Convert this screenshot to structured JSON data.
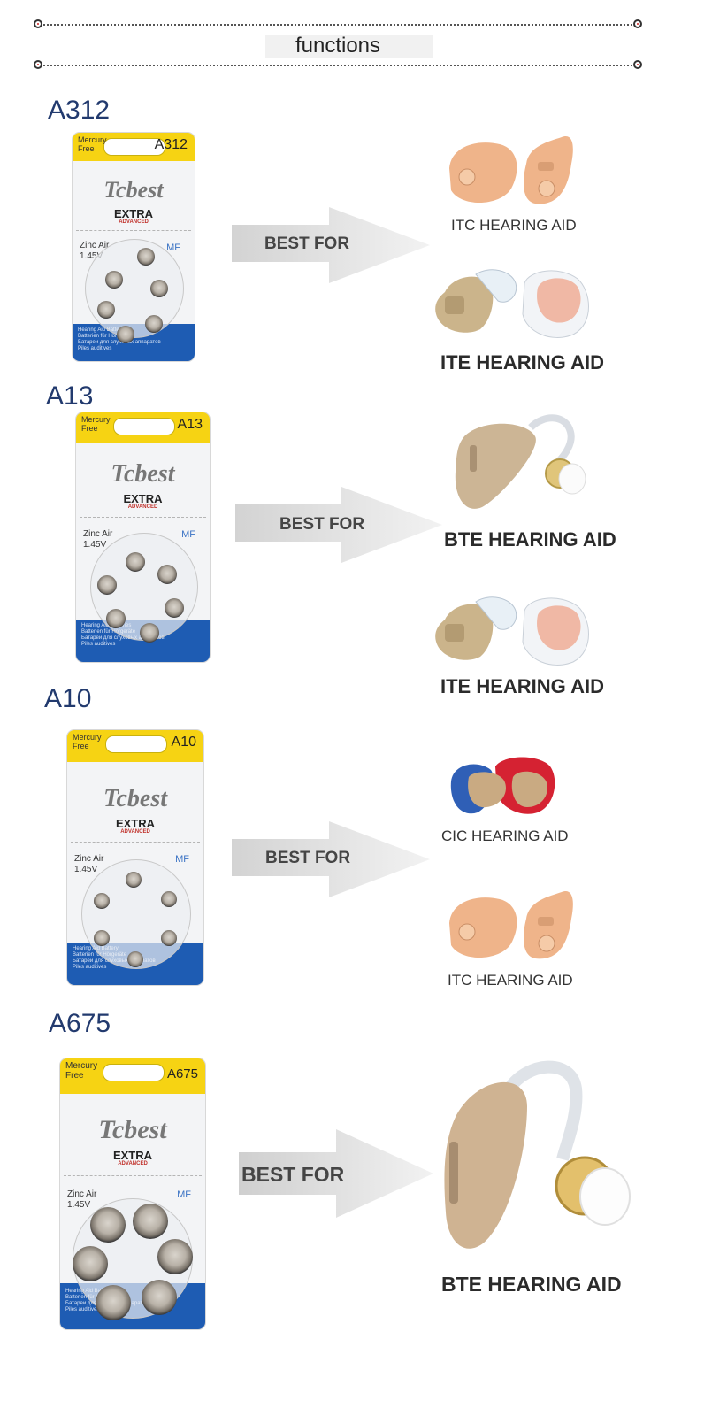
{
  "header": {
    "title": "functions"
  },
  "sections": [
    {
      "model": "A312",
      "pack": {
        "merc_1": "Mercury",
        "merc_2": "Free",
        "code": "A312",
        "brand": "Tcbest",
        "extra": "EXTRA",
        "advanced": "ADVANCED",
        "zinc_1": "Zinc Air",
        "zinc_2": "1.45V",
        "mf": "MF",
        "desc_1": "Hearing Aid Battery",
        "desc_2": "Batterien für Hörgeräte",
        "desc_3": "Батареи для слуховых аппаратов",
        "desc_4": "Piles auditives"
      },
      "arrow": "BEST FOR",
      "aids": [
        "ITC HEARING AID",
        "ITE HEARING AID"
      ]
    },
    {
      "model": "A13",
      "pack": {
        "merc_1": "Mercury",
        "merc_2": "Free",
        "code": "A13",
        "brand": "Tcbest",
        "extra": "EXTRA",
        "advanced": "ADVANCED",
        "zinc_1": "Zinc Air",
        "zinc_2": "1.45V",
        "mf": "MF",
        "desc_1": "Hearing Aid Batteries",
        "desc_2": "Batterien für Hörgeräte",
        "desc_3": "Батареи для слуховых аппаратов",
        "desc_4": "Piles auditives"
      },
      "arrow": "BEST FOR",
      "aids": [
        "BTE HEARING AID",
        "ITE HEARING AID"
      ]
    },
    {
      "model": "A10",
      "pack": {
        "merc_1": "Mercury",
        "merc_2": "Free",
        "code": "A10",
        "brand": "Tcbest",
        "extra": "EXTRA",
        "advanced": "ADVANCED",
        "zinc_1": "Zinc Air",
        "zinc_2": "1.45V",
        "mf": "MF",
        "desc_1": "Hearing Aid Battery",
        "desc_2": "Batterien für Hörgeräte",
        "desc_3": "Батареи для слуховых аппаратов",
        "desc_4": "Piles auditives"
      },
      "arrow": "BEST FOR",
      "aids": [
        "CIC HEARING AID",
        "ITC HEARING AID"
      ]
    },
    {
      "model": "A675",
      "pack": {
        "merc_1": "Mercury",
        "merc_2": "Free",
        "code": "A675",
        "brand": "Tcbest",
        "extra": "EXTRA",
        "advanced": "ADVANCED",
        "zinc_1": "Zinc Air",
        "zinc_2": "1.45V",
        "mf": "MF",
        "desc_1": "Hearing Aid Batteries",
        "desc_2": "Batterien für Hörgeräte",
        "desc_3": "Батареи для слуховых аппаратов",
        "desc_4": "Piles auditives"
      },
      "arrow": "BEST FOR",
      "aids": [
        "BTE HEARING AID"
      ]
    }
  ],
  "colors": {
    "pack_yellow": "#f6d313",
    "pack_blue": "#1e5cb3",
    "model_text": "#223a6e",
    "skin": "#e9b48f",
    "beige": "#cbb48b"
  }
}
